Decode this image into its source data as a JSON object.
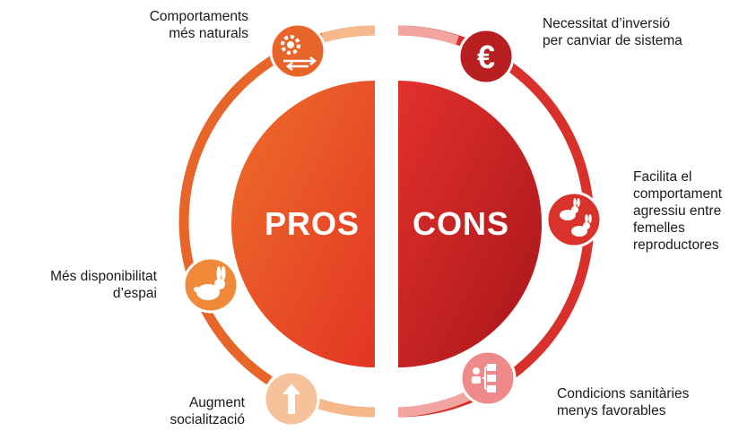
{
  "center": {
    "pros_label": "PROS",
    "cons_label": "CONS"
  },
  "pros": [
    {
      "line1": "Comportaments",
      "line2": "més naturals",
      "icon": "gear-arrows-icon",
      "color": "#e8652a"
    },
    {
      "line1": "Més disponibilitat",
      "line2": "d’espai",
      "icon": "rabbit-icon",
      "color": "#f08a3a"
    },
    {
      "line1": "Augment",
      "line2": "socialització",
      "icon": "up-arrow-icon",
      "color": "#f7c29b"
    }
  ],
  "cons": [
    {
      "lines": [
        "Necessitat d’inversió",
        "per canviar de sistema"
      ],
      "icon": "euro-icon",
      "color": "#b81f20"
    },
    {
      "lines": [
        "Facilita el",
        "comportament",
        "agressiu entre",
        "femelles",
        "reproductores"
      ],
      "icon": "two-rabbits-icon",
      "color": "#d8322b"
    },
    {
      "lines": [
        "Condicions sanitàries",
        "menys favorables"
      ],
      "icon": "hierarchy-icon",
      "color": "#ef8a8a"
    }
  ],
  "colors": {
    "pros_dark": "#e25a20",
    "pros_light": "#f4a066",
    "cons_dark": "#b51c1f",
    "cons_light": "#e23a32"
  }
}
